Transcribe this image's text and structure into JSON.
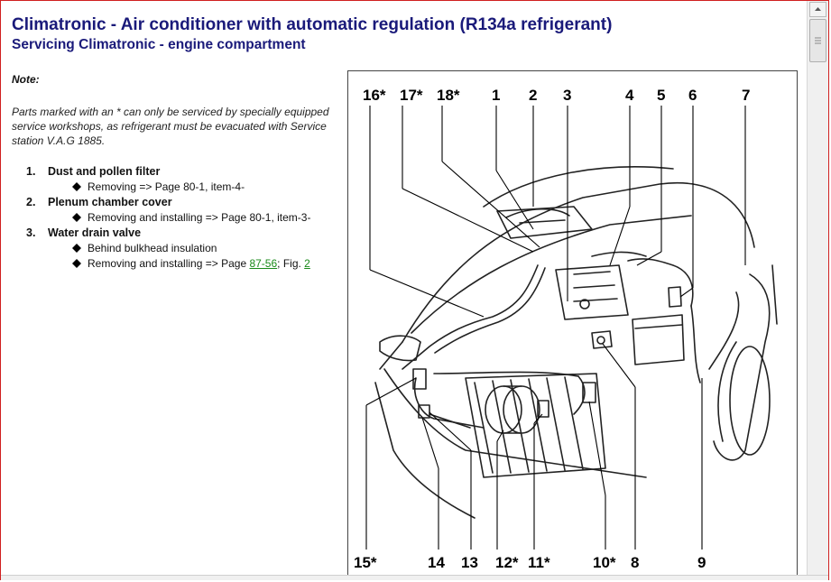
{
  "header": {
    "title": "Climatronic - Air conditioner with automatic regulation (R134a refrigerant)",
    "subtitle": "Servicing Climatronic - engine compartment"
  },
  "note": {
    "label": "Note:",
    "text": "Parts marked with an * can only be serviced by specially equipped service workshops, as refrigerant must be evacuated with Service station V.A.G 1885."
  },
  "items": [
    {
      "number": "1.",
      "name": "Dust and pollen filter",
      "sub": [
        {
          "text": "Removing => Page 80-1, item-4-"
        }
      ]
    },
    {
      "number": "2.",
      "name": "Plenum chamber cover",
      "sub": [
        {
          "text": "Removing and installing => Page 80-1, item-3-"
        }
      ]
    },
    {
      "number": "3.",
      "name": "Water drain valve",
      "sub": [
        {
          "text": "Behind bulkhead insulation"
        },
        {
          "text": "Removing and installing => Page ",
          "link": "87-56",
          "mid": "; Fig. ",
          "link2": "2"
        }
      ]
    }
  ],
  "figure": {
    "top_labels": [
      "16*",
      "17*",
      "18*",
      "1",
      "2",
      "3",
      "4",
      "5",
      "6",
      "7"
    ],
    "bottom_labels": [
      "15*",
      "14",
      "13",
      "12*",
      "11*",
      "10*",
      "8",
      "9"
    ]
  },
  "colors": {
    "heading": "#1a1a7a",
    "link": "#1a8a1a",
    "frame": "#d02020"
  }
}
